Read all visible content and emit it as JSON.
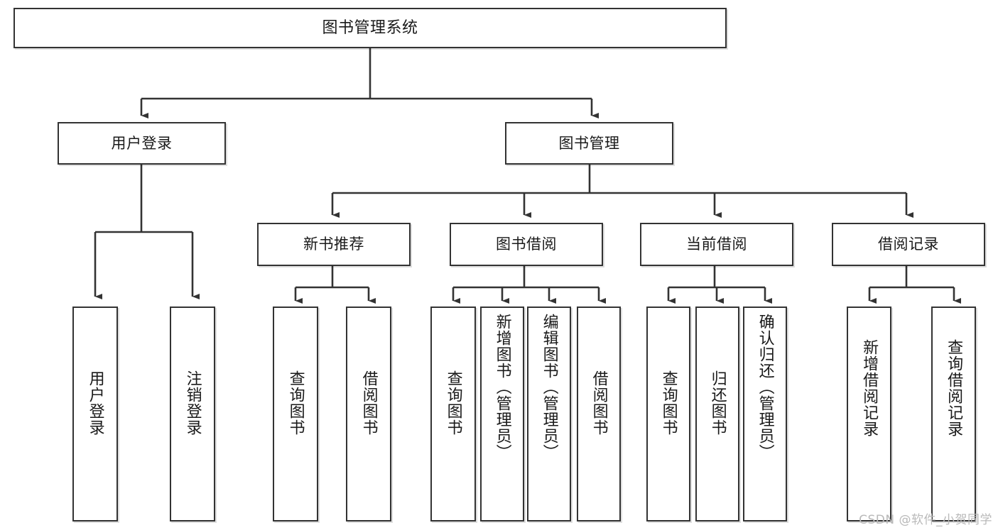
{
  "diagram": {
    "type": "tree-hierarchy",
    "title": "图书管理系统",
    "watermark": "CSDN @软件_小贺同学",
    "style": {
      "background": "#ffffff",
      "border_color": "#333333",
      "text_color": "#1a1a1a",
      "watermark_color": "#b9b9b9"
    },
    "nodes": {
      "root": {
        "label": "图书管理系统"
      },
      "level2": [
        {
          "id": "user_login",
          "label": "用户登录"
        },
        {
          "id": "book_manage",
          "label": "图书管理"
        }
      ],
      "level3": [
        {
          "id": "new_book_rec",
          "label": "新书推荐"
        },
        {
          "id": "book_borrow",
          "label": "图书借阅"
        },
        {
          "id": "current_borrow",
          "label": "当前借阅"
        },
        {
          "id": "borrow_record",
          "label": "借阅记录"
        }
      ],
      "leaves": [
        {
          "id": "leaf_user_login",
          "label": "用户登录",
          "parent": "user_login"
        },
        {
          "id": "leaf_user_logout",
          "label": "注销登录",
          "parent": "user_login"
        },
        {
          "id": "leaf_query_book_1",
          "label": "查询图书",
          "parent": "new_book_rec"
        },
        {
          "id": "leaf_borrow_book_1",
          "label": "借阅图书",
          "parent": "new_book_rec"
        },
        {
          "id": "leaf_query_book_2",
          "label": "查询图书",
          "parent": "book_borrow"
        },
        {
          "id": "leaf_add_book",
          "label": "新增图书（管理员）",
          "parent": "book_borrow"
        },
        {
          "id": "leaf_edit_book",
          "label": "编辑图书（管理员）",
          "parent": "book_borrow"
        },
        {
          "id": "leaf_borrow_book_2",
          "label": "借阅图书",
          "parent": "book_borrow"
        },
        {
          "id": "leaf_query_book_3",
          "label": "查询图书",
          "parent": "current_borrow"
        },
        {
          "id": "leaf_return_book",
          "label": "归还图书",
          "parent": "current_borrow"
        },
        {
          "id": "leaf_confirm_return",
          "label": "确认归还（管理员）",
          "parent": "current_borrow"
        },
        {
          "id": "leaf_add_record",
          "label": "新增借阅记录",
          "parent": "borrow_record"
        },
        {
          "id": "leaf_query_record",
          "label": "查询借阅记录",
          "parent": "borrow_record"
        }
      ]
    }
  }
}
